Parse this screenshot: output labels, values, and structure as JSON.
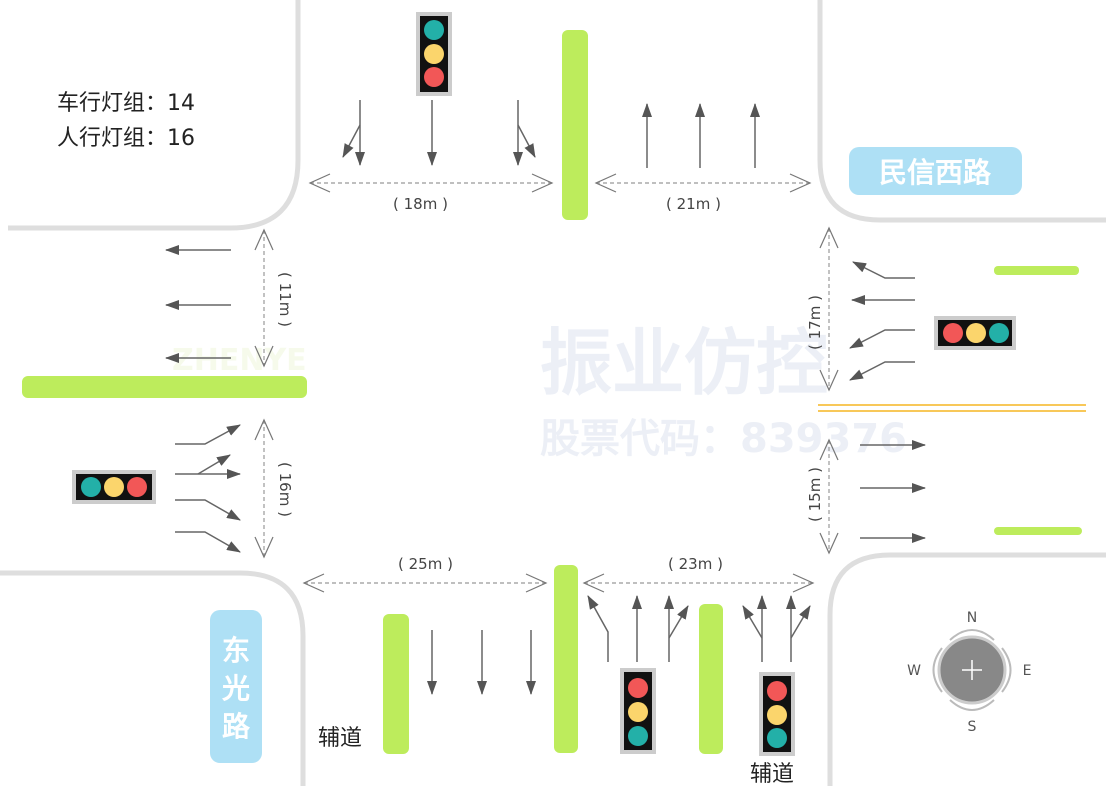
{
  "info": {
    "vehicle_groups": "车行灯组：14",
    "pedestrian_groups": "人行灯组：16"
  },
  "roads": {
    "east_west": "民信西路",
    "north_south": [
      "东",
      "光",
      "路"
    ]
  },
  "aux_road_label": "辅道",
  "dimensions": {
    "north_left": "( 18m )",
    "north_right": "( 21m )",
    "west_upper": "( 11m )",
    "west_lower": "( 16m )",
    "east_upper": "( 17m )",
    "east_lower": "( 15m )",
    "south_left": "( 25m )",
    "south_right": "( 23m )"
  },
  "compass": {
    "n": "N",
    "s": "S",
    "e": "E",
    "w": "W"
  },
  "watermark": {
    "brand": "振业仿控",
    "stock": "股票代码：839376",
    "logo": "ZHENYE"
  },
  "colors": {
    "median": "#bdec5c",
    "road_label_bg": "#aee0f5",
    "light_red": "#f25757",
    "light_yellow": "#fbd56c",
    "light_teal": "#23b0a8"
  }
}
